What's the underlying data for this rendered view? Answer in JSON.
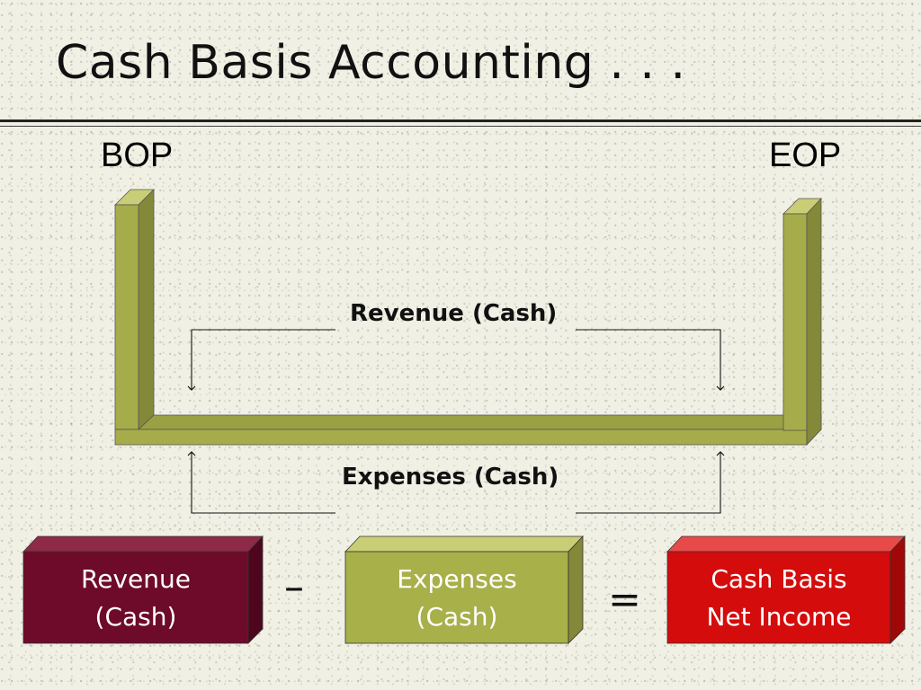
{
  "slide": {
    "title": "Cash Basis Accounting . . .",
    "bop_label": "BOP",
    "eop_label": "EOP",
    "flow_revenue_label": "Revenue (Cash)",
    "flow_expenses_label": "Expenses (Cash)"
  },
  "equation": {
    "revenue": {
      "line1": "Revenue",
      "line2": "(Cash)",
      "color": "#6e0a2a"
    },
    "minus": "–",
    "expenses": {
      "line1": "Expenses",
      "line2": "(Cash)",
      "color": "#a8b04a"
    },
    "equals": "=",
    "net_income": {
      "line1": "Cash Basis",
      "line2": "Net Income",
      "color": "#d40c0c"
    }
  },
  "colors": {
    "bucket_front": "#a7ac4a",
    "bucket_top": "#c9ce76",
    "bucket_side": "#84893a"
  }
}
